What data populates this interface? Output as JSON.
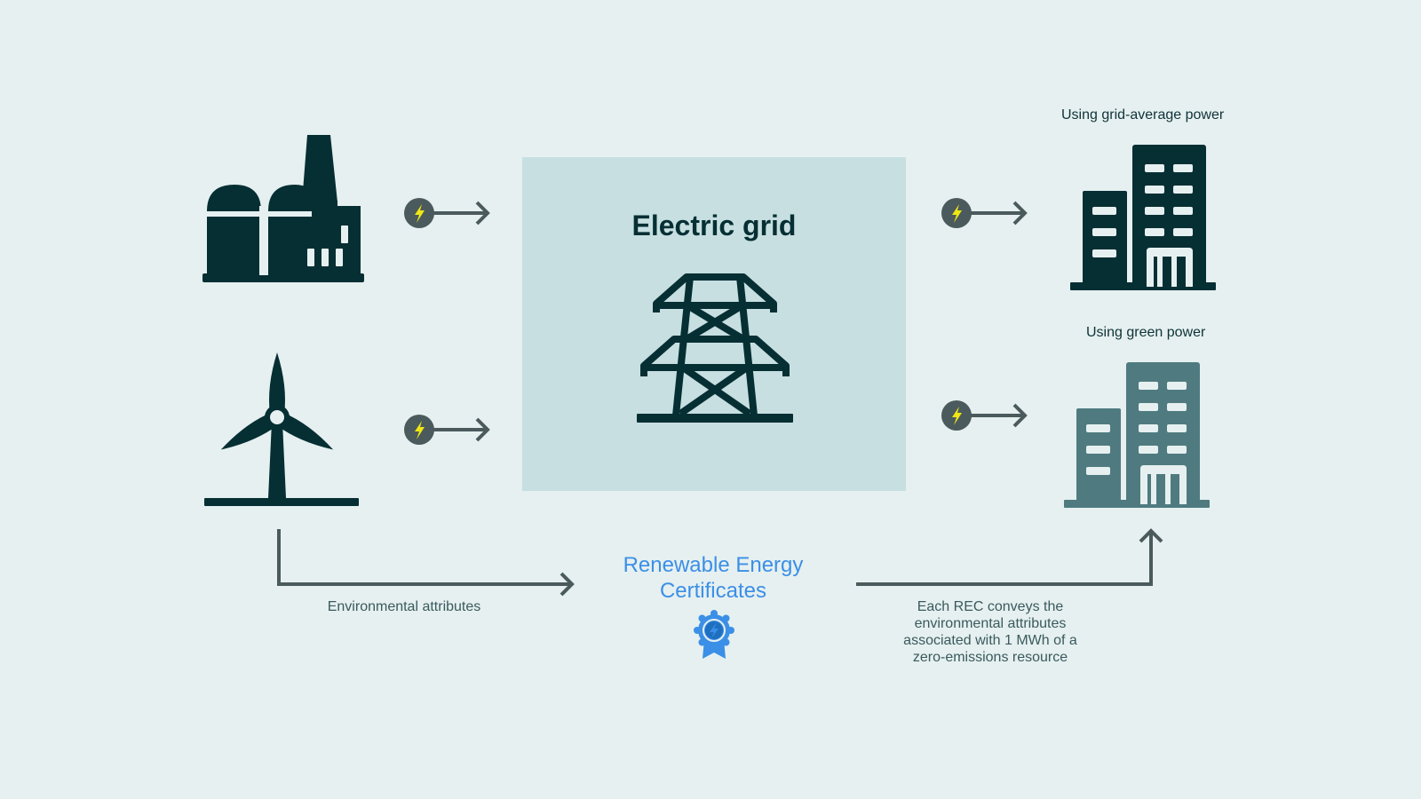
{
  "grid": {
    "title": "Electric grid"
  },
  "buildings": {
    "top_label": "Using grid-average power",
    "bottom_label": "Using green power"
  },
  "rec": {
    "title_line1": "Renewable Energy",
    "title_line2": "Certificates",
    "left_caption": "Environmental attributes",
    "right_caption_lines": [
      "Each REC conveys the",
      "environmental attributes",
      "associated with 1 MWh of a",
      "zero-emissions resource"
    ]
  },
  "icons": {
    "power_plant": "power-plant-icon",
    "wind_turbine": "wind-turbine-icon",
    "transmission_tower": "transmission-tower-icon",
    "building": "office-building-icon",
    "energy_flow": "lightning-bolt-icon",
    "certificate": "certificate-badge-icon"
  },
  "colors": {
    "background": "#e6f0f0",
    "grid_box": "#c7dfe1",
    "dark_icon": "#062f34",
    "green_building": "#4f7b80",
    "arrow": "#4b5a5c",
    "bolt": "#f0e614",
    "rec_blue": "#3b8fe6"
  }
}
